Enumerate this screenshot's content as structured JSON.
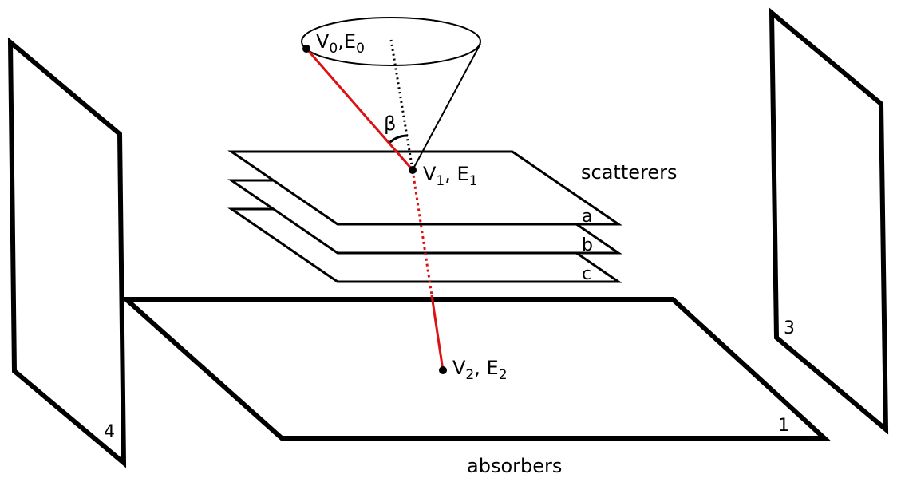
{
  "labels": {
    "scatterers": "scatterers",
    "absorbers": "absorbers",
    "beta": "β",
    "v0": {
      "v": "V",
      "vsub": "0",
      "sep": ",",
      "e": "E",
      "esub": "0"
    },
    "v1": {
      "v": "V",
      "vsub": "1",
      "sep": ", ",
      "e": "E",
      "esub": "1"
    },
    "v2": {
      "v": "V",
      "vsub": "2",
      "sep": ", ",
      "e": "E",
      "esub": "2"
    }
  },
  "scatterer_layers": [
    "a",
    "b",
    "c"
  ],
  "absorber_panels": {
    "bottom": "1",
    "right": "3",
    "left": "4"
  },
  "colors": {
    "outline": "#000000",
    "path": "#dd1111",
    "background": "#ffffff"
  }
}
